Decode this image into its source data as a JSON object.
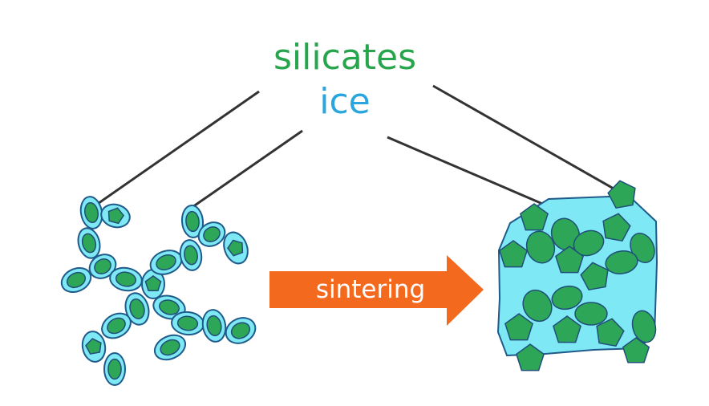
{
  "labels": {
    "silicates": "silicates",
    "ice": "ice",
    "process": "sintering"
  },
  "colors": {
    "silicate_fill": "#2ea657",
    "silicate_stroke": "#1f4f7a",
    "ice_fill": "#7fe8f5",
    "ice_stroke": "#1f5b8a",
    "arrow": "#f36a1f",
    "silicates_text": "#27a54c",
    "ice_text": "#29a6de",
    "leader_line": "#333333",
    "process_text": "#ffffff"
  }
}
